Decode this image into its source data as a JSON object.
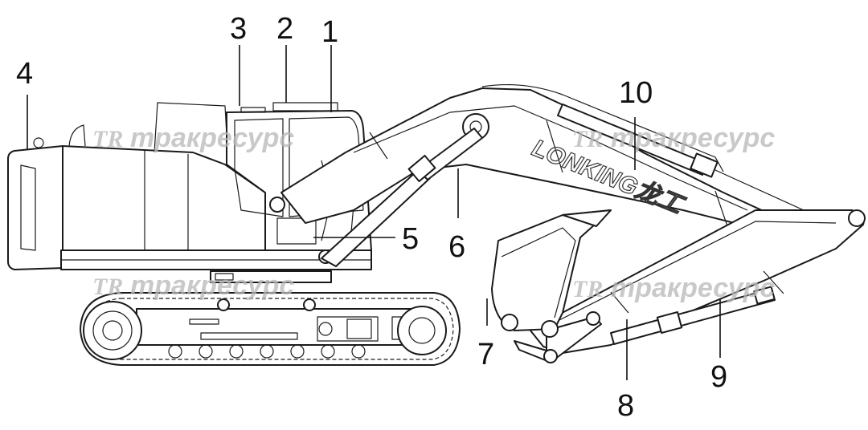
{
  "diagram": {
    "callouts": [
      {
        "id": "1",
        "label": "1"
      },
      {
        "id": "2",
        "label": "2"
      },
      {
        "id": "3",
        "label": "3"
      },
      {
        "id": "4",
        "label": "4"
      },
      {
        "id": "5",
        "label": "5"
      },
      {
        "id": "6",
        "label": "6"
      },
      {
        "id": "7",
        "label": "7"
      },
      {
        "id": "8",
        "label": "8"
      },
      {
        "id": "9",
        "label": "9"
      },
      {
        "id": "10",
        "label": "10"
      }
    ],
    "boom_brand_text": "LONKING龙工",
    "watermarks": [
      {
        "logo": "TR",
        "text": "тракресурс"
      },
      {
        "logo": "TR",
        "text": "тракресурс"
      },
      {
        "logo": "TR",
        "text": "тракресурс"
      },
      {
        "logo": "TR",
        "text": "тракресурс"
      }
    ],
    "colors": {
      "line": "#1a1a1a",
      "watermark": "#b9b9b9",
      "background": "#ffffff"
    }
  }
}
